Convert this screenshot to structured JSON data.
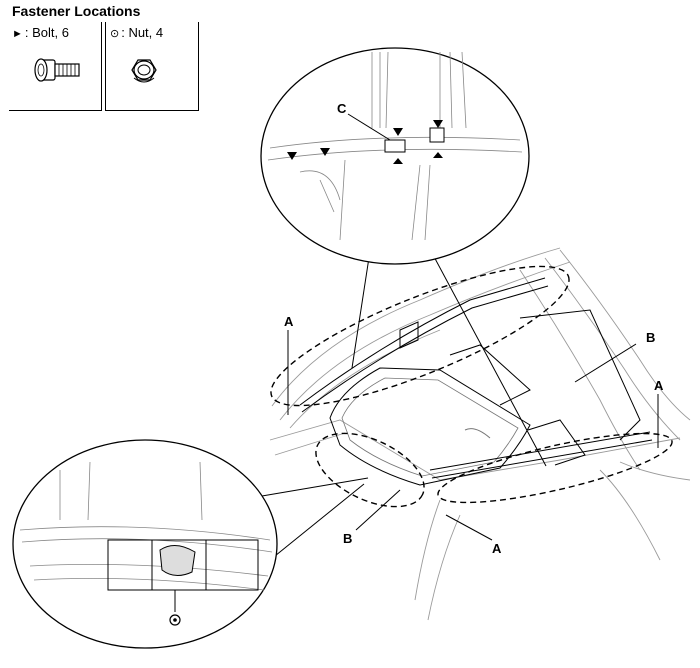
{
  "title": "Fastener Locations",
  "legend": {
    "bolt": {
      "symbol": "►",
      "label": ": Bolt, 6"
    },
    "nut": {
      "symbol": "⊙",
      "label": ": Nut, 4"
    }
  },
  "callouts": {
    "a": "A",
    "b": "B",
    "c": "C"
  },
  "colors": {
    "line": "#000000",
    "light_line": "#9a9a9a",
    "background": "#ffffff"
  }
}
